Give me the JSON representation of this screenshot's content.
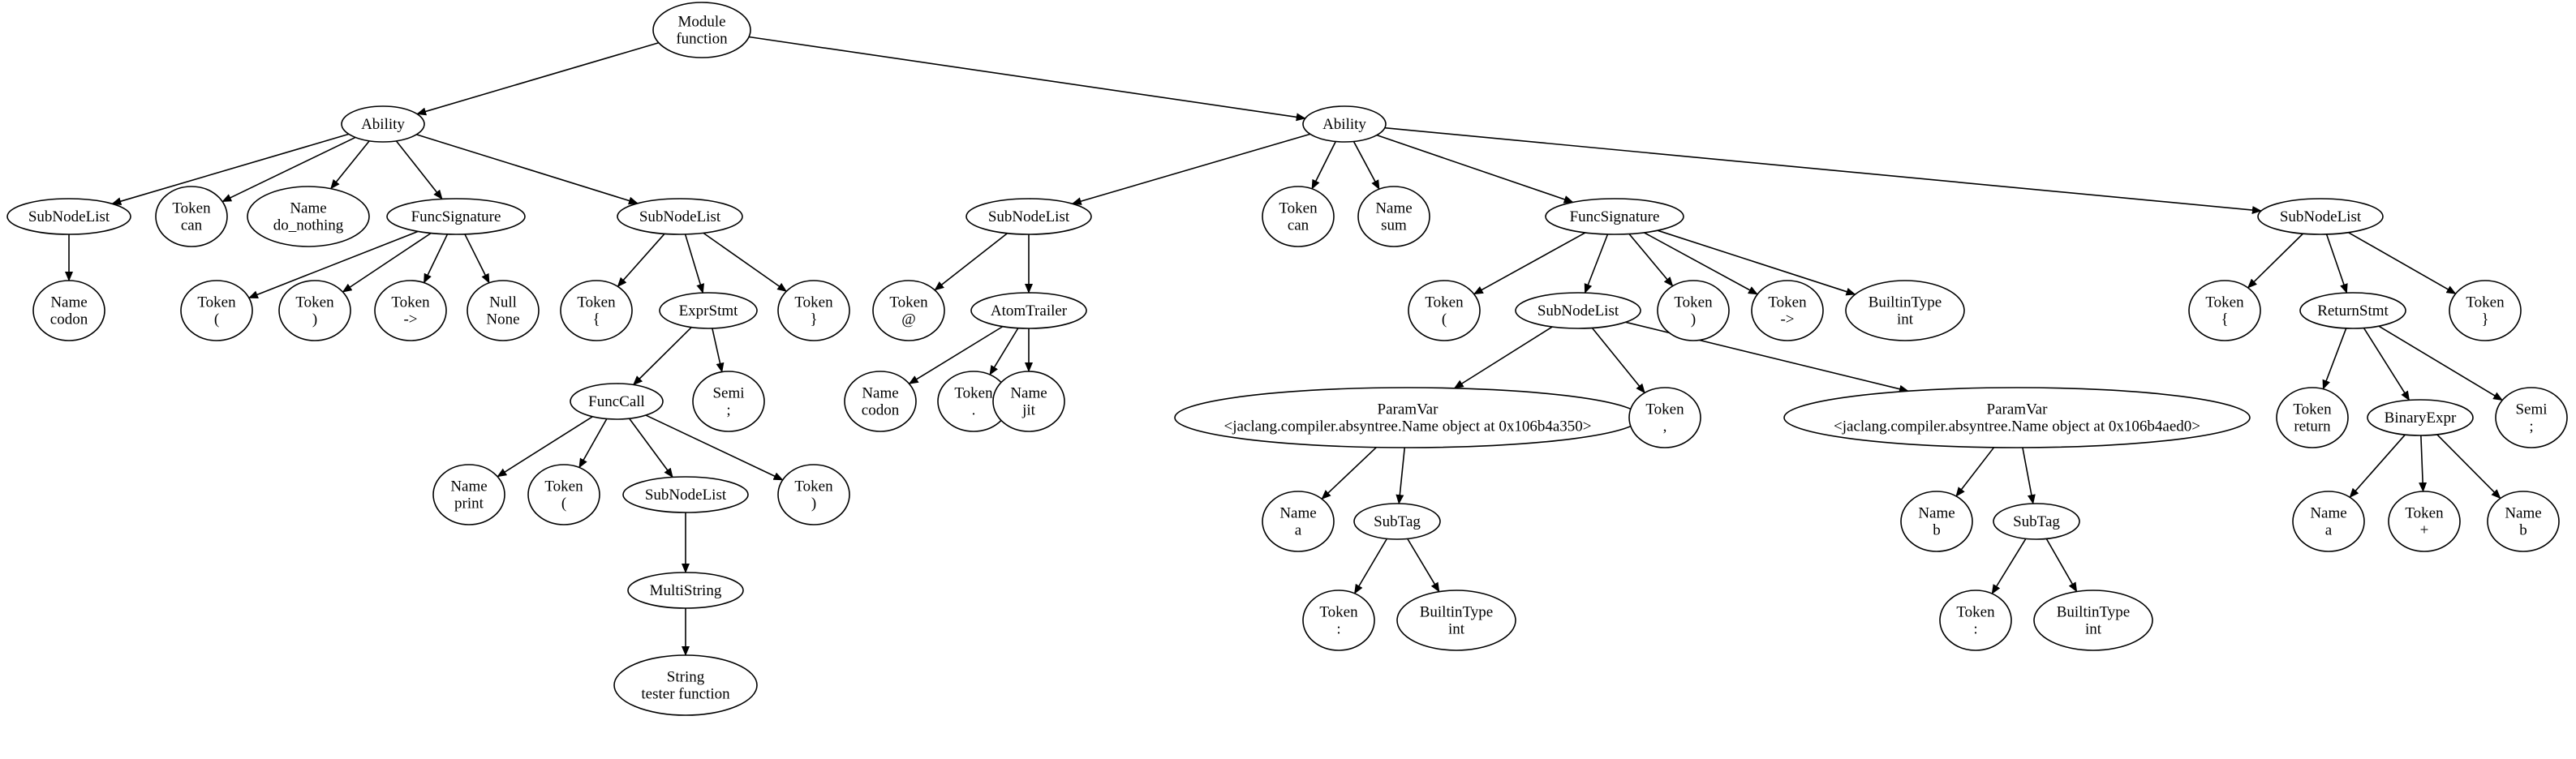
{
  "nodes": [
    {
      "id": "module",
      "kind": "Module",
      "value": "function"
    },
    {
      "id": "ability1",
      "kind": "Ability",
      "value": ""
    },
    {
      "id": "ability2",
      "kind": "Ability",
      "value": ""
    },
    {
      "id": "a1_subnodelist",
      "kind": "SubNodeList",
      "value": ""
    },
    {
      "id": "a1_token_can",
      "kind": "Token",
      "value": "can"
    },
    {
      "id": "a1_name",
      "kind": "Name",
      "value": "do_nothing"
    },
    {
      "id": "a1_funcsig",
      "kind": "FuncSignature",
      "value": ""
    },
    {
      "id": "a1_body",
      "kind": "SubNodeList",
      "value": ""
    },
    {
      "id": "a1_name_codon",
      "kind": "Name",
      "value": "codon"
    },
    {
      "id": "a1_fs_lparen",
      "kind": "Token",
      "value": "("
    },
    {
      "id": "a1_fs_rparen",
      "kind": "Token",
      "value": ")"
    },
    {
      "id": "a1_fs_arrow",
      "kind": "Token",
      "value": "->"
    },
    {
      "id": "a1_fs_null",
      "kind": "Null",
      "value": "None"
    },
    {
      "id": "a1_body_lbrace",
      "kind": "Token",
      "value": "{"
    },
    {
      "id": "a1_exprstmt",
      "kind": "ExprStmt",
      "value": ""
    },
    {
      "id": "a1_body_rbrace",
      "kind": "Token",
      "value": "}"
    },
    {
      "id": "a1_funccall",
      "kind": "FuncCall",
      "value": ""
    },
    {
      "id": "a1_semi",
      "kind": "Semi",
      "value": ";"
    },
    {
      "id": "a1_fc_print",
      "kind": "Name",
      "value": "print"
    },
    {
      "id": "a1_fc_lparen",
      "kind": "Token",
      "value": "("
    },
    {
      "id": "a1_fc_args",
      "kind": "SubNodeList",
      "value": ""
    },
    {
      "id": "a1_fc_rparen",
      "kind": "Token",
      "value": ")"
    },
    {
      "id": "a1_multistring",
      "kind": "MultiString",
      "value": ""
    },
    {
      "id": "a1_string",
      "kind": "String",
      "value": "tester function"
    },
    {
      "id": "a2_decorators",
      "kind": "SubNodeList",
      "value": ""
    },
    {
      "id": "a2_token_can",
      "kind": "Token",
      "value": "can"
    },
    {
      "id": "a2_name",
      "kind": "Name",
      "value": "sum"
    },
    {
      "id": "a2_funcsig",
      "kind": "FuncSignature",
      "value": ""
    },
    {
      "id": "a2_body",
      "kind": "SubNodeList",
      "value": ""
    },
    {
      "id": "a2_at",
      "kind": "Token",
      "value": "@"
    },
    {
      "id": "a2_atomtrailer",
      "kind": "AtomTrailer",
      "value": ""
    },
    {
      "id": "a2_at_codon",
      "kind": "Name",
      "value": "codon"
    },
    {
      "id": "a2_at_dot",
      "kind": "Token",
      "value": "."
    },
    {
      "id": "a2_at_jit",
      "kind": "Name",
      "value": "jit"
    },
    {
      "id": "a2_fs_lparen",
      "kind": "Token",
      "value": "("
    },
    {
      "id": "a2_params",
      "kind": "SubNodeList",
      "value": ""
    },
    {
      "id": "a2_fs_rparen",
      "kind": "Token",
      "value": ")"
    },
    {
      "id": "a2_fs_arrow",
      "kind": "Token",
      "value": "->"
    },
    {
      "id": "a2_fs_ret",
      "kind": "BuiltinType",
      "value": "int"
    },
    {
      "id": "a2_param_a",
      "kind": "ParamVar",
      "value": "<jaclang.compiler.absyntree.Name object at 0x106b4a350>"
    },
    {
      "id": "a2_comma",
      "kind": "Token",
      "value": ","
    },
    {
      "id": "a2_param_b",
      "kind": "ParamVar",
      "value": "<jaclang.compiler.absyntree.Name object at 0x106b4aed0>"
    },
    {
      "id": "a2_pa_name",
      "kind": "Name",
      "value": "a"
    },
    {
      "id": "a2_pa_subtag",
      "kind": "SubTag",
      "value": ""
    },
    {
      "id": "a2_pa_colon",
      "kind": "Token",
      "value": ":"
    },
    {
      "id": "a2_pa_type",
      "kind": "BuiltinType",
      "value": "int"
    },
    {
      "id": "a2_pb_name",
      "kind": "Name",
      "value": "b"
    },
    {
      "id": "a2_pb_subtag",
      "kind": "SubTag",
      "value": ""
    },
    {
      "id": "a2_pb_colon",
      "kind": "Token",
      "value": ":"
    },
    {
      "id": "a2_pb_type",
      "kind": "BuiltinType",
      "value": "int"
    },
    {
      "id": "a2_body_lbrace",
      "kind": "Token",
      "value": "{"
    },
    {
      "id": "a2_return",
      "kind": "ReturnStmt",
      "value": ""
    },
    {
      "id": "a2_body_rbrace",
      "kind": "Token",
      "value": "}"
    },
    {
      "id": "a2_ret_token",
      "kind": "Token",
      "value": "return"
    },
    {
      "id": "a2_binexpr",
      "kind": "BinaryExpr",
      "value": ""
    },
    {
      "id": "a2_ret_semi",
      "kind": "Semi",
      "value": ";"
    },
    {
      "id": "a2_be_a",
      "kind": "Name",
      "value": "a"
    },
    {
      "id": "a2_be_plus",
      "kind": "Token",
      "value": "+"
    },
    {
      "id": "a2_be_b",
      "kind": "Name",
      "value": "b"
    }
  ],
  "edges": [
    [
      "module",
      "ability1"
    ],
    [
      "module",
      "ability2"
    ],
    [
      "ability1",
      "a1_subnodelist"
    ],
    [
      "ability1",
      "a1_token_can"
    ],
    [
      "ability1",
      "a1_name"
    ],
    [
      "ability1",
      "a1_funcsig"
    ],
    [
      "ability1",
      "a1_body"
    ],
    [
      "a1_subnodelist",
      "a1_name_codon"
    ],
    [
      "a1_funcsig",
      "a1_fs_lparen"
    ],
    [
      "a1_funcsig",
      "a1_fs_rparen"
    ],
    [
      "a1_funcsig",
      "a1_fs_arrow"
    ],
    [
      "a1_funcsig",
      "a1_fs_null"
    ],
    [
      "a1_body",
      "a1_body_lbrace"
    ],
    [
      "a1_body",
      "a1_exprstmt"
    ],
    [
      "a1_body",
      "a1_body_rbrace"
    ],
    [
      "a1_exprstmt",
      "a1_funccall"
    ],
    [
      "a1_exprstmt",
      "a1_semi"
    ],
    [
      "a1_funccall",
      "a1_fc_print"
    ],
    [
      "a1_funccall",
      "a1_fc_lparen"
    ],
    [
      "a1_funccall",
      "a1_fc_args"
    ],
    [
      "a1_funccall",
      "a1_fc_rparen"
    ],
    [
      "a1_fc_args",
      "a1_multistring"
    ],
    [
      "a1_multistring",
      "a1_string"
    ],
    [
      "ability2",
      "a2_decorators"
    ],
    [
      "ability2",
      "a2_token_can"
    ],
    [
      "ability2",
      "a2_name"
    ],
    [
      "ability2",
      "a2_funcsig"
    ],
    [
      "ability2",
      "a2_body"
    ],
    [
      "a2_decorators",
      "a2_at"
    ],
    [
      "a2_decorators",
      "a2_atomtrailer"
    ],
    [
      "a2_atomtrailer",
      "a2_at_codon"
    ],
    [
      "a2_atomtrailer",
      "a2_at_dot"
    ],
    [
      "a2_atomtrailer",
      "a2_at_jit"
    ],
    [
      "a2_funcsig",
      "a2_fs_lparen"
    ],
    [
      "a2_funcsig",
      "a2_params"
    ],
    [
      "a2_funcsig",
      "a2_fs_rparen"
    ],
    [
      "a2_funcsig",
      "a2_fs_arrow"
    ],
    [
      "a2_funcsig",
      "a2_fs_ret"
    ],
    [
      "a2_params",
      "a2_param_a"
    ],
    [
      "a2_params",
      "a2_comma"
    ],
    [
      "a2_params",
      "a2_param_b"
    ],
    [
      "a2_param_a",
      "a2_pa_name"
    ],
    [
      "a2_param_a",
      "a2_pa_subtag"
    ],
    [
      "a2_pa_subtag",
      "a2_pa_colon"
    ],
    [
      "a2_pa_subtag",
      "a2_pa_type"
    ],
    [
      "a2_param_b",
      "a2_pb_name"
    ],
    [
      "a2_param_b",
      "a2_pb_subtag"
    ],
    [
      "a2_pb_subtag",
      "a2_pb_colon"
    ],
    [
      "a2_pb_subtag",
      "a2_pb_type"
    ],
    [
      "a2_body",
      "a2_body_lbrace"
    ],
    [
      "a2_body",
      "a2_return"
    ],
    [
      "a2_body",
      "a2_body_rbrace"
    ],
    [
      "a2_return",
      "a2_ret_token"
    ],
    [
      "a2_return",
      "a2_binexpr"
    ],
    [
      "a2_return",
      "a2_ret_semi"
    ],
    [
      "a2_binexpr",
      "a2_be_a"
    ],
    [
      "a2_binexpr",
      "a2_be_plus"
    ],
    [
      "a2_binexpr",
      "a2_be_b"
    ]
  ]
}
